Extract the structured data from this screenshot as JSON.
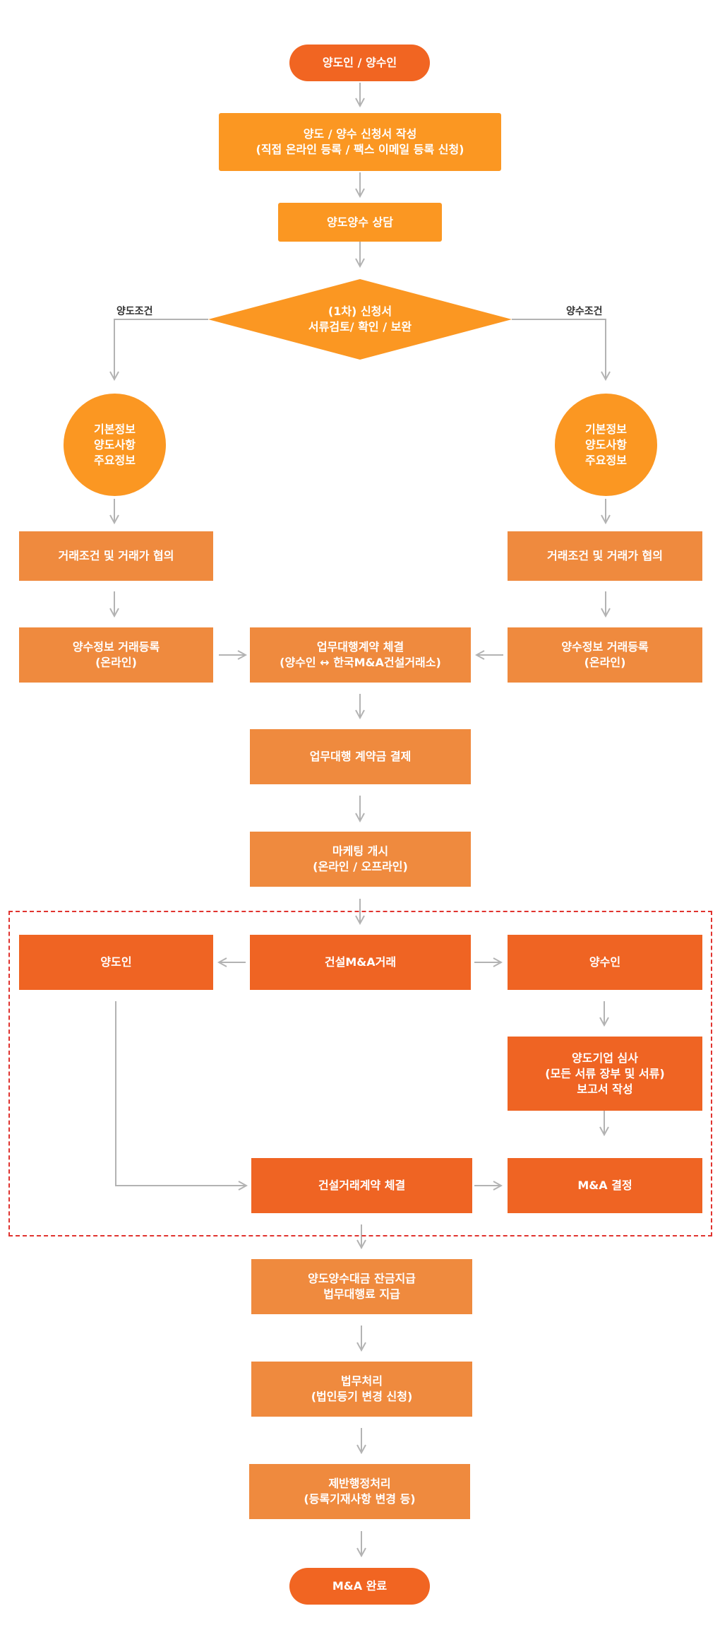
{
  "colors": {
    "orange_bright": "#fb9722",
    "orange_muted": "#ef8a3e",
    "orange_deep": "#ef6423",
    "pill": "#f16522",
    "arrow": "#b3b3b3",
    "dashed_border": "#e0332f"
  },
  "nodes": {
    "start": "양도인 / 양수인",
    "application": [
      "양도 / 양수 신청서 작성",
      "(직접 온라인 등록  / 팩스 이메일 등록 신청)"
    ],
    "consultation": "양도양수 상담",
    "review": [
      "(1차) 신청서",
      "서류검토/ 확인 / 보완"
    ],
    "label_left": "양도조건",
    "label_right": "양수조건",
    "info_left": [
      "기본정보",
      "양도사항",
      "주요정보"
    ],
    "info_right": [
      "기본정보",
      "양도사항",
      "주요정보"
    ],
    "negotiate_left": "거래조건 및 거래가 협의",
    "negotiate_right": "거래조건 및 거래가 협의",
    "register_left": [
      "양수정보 거래등록",
      "(온라인)"
    ],
    "register_right": [
      "양수정보 거래등록",
      "(온라인)"
    ],
    "agency_contract": [
      "업무대행계약 체결",
      "(양수인 ↔ 한국M&A건설거래소)"
    ],
    "deposit": "업무대행 계약금 결제",
    "marketing": [
      "마케팅 개시",
      "(온라인 / 오프라인)"
    ],
    "transferor": "양도인",
    "ma_trade": "건설M&A거래",
    "transferee": "양수인",
    "due_diligence": [
      "양도기업 심사",
      "(모든 서류 장부 및 서류)",
      "보고서 작성"
    ],
    "trade_contract": "건설거래계약 체결",
    "ma_decision": "M&A 결정",
    "payment": [
      "양도양수대금 잔금지급",
      "법무대행료 지급"
    ],
    "legal": [
      "법무처리",
      "(법인등기 변경 신청)"
    ],
    "admin": [
      "제반행정처리",
      "(등록기재사항 변경 등)"
    ],
    "end": "M&A 완료"
  }
}
